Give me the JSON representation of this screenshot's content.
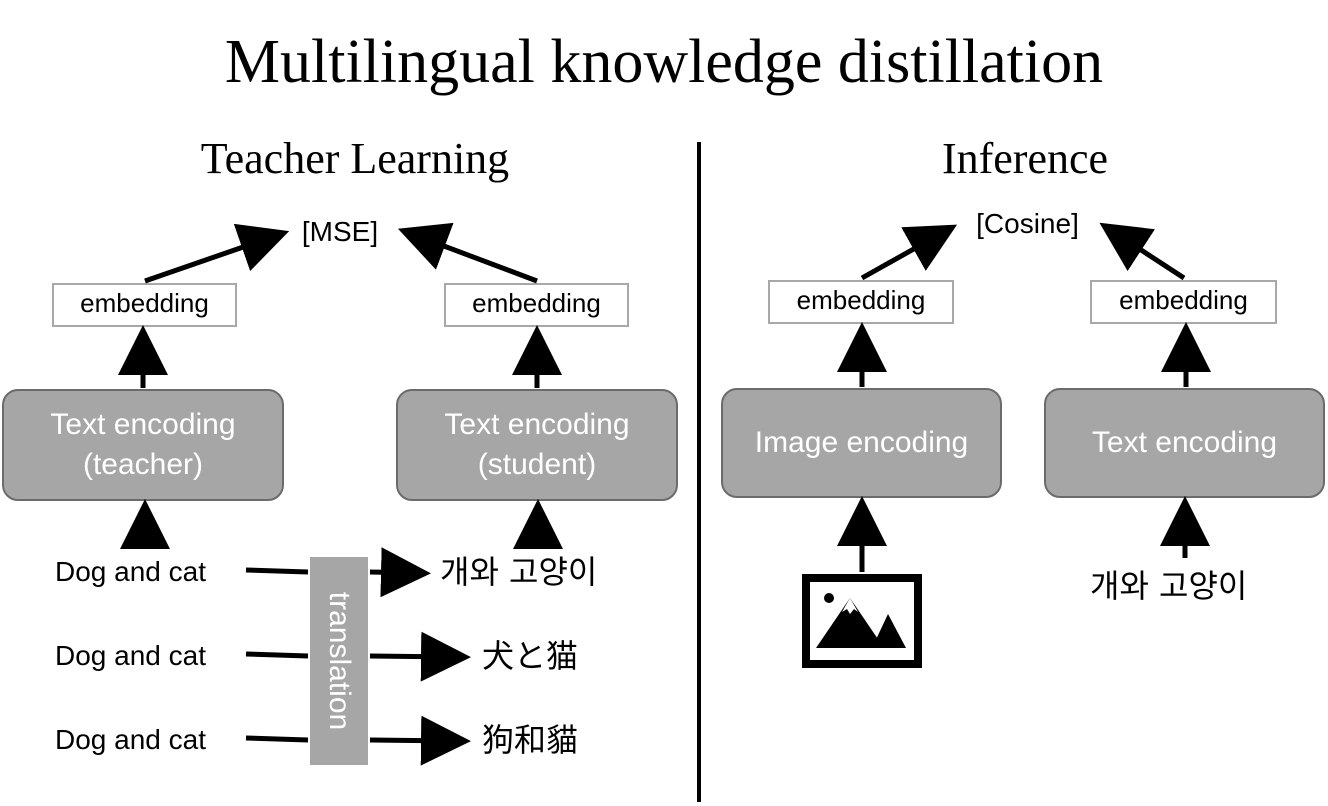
{
  "title": "Multilingual knowledge distillation",
  "left": {
    "heading": "Teacher Learning",
    "metric": "[MSE]",
    "teacher": {
      "embedding": "embedding",
      "encoder_line1": "Text encoding",
      "encoder_line2": "(teacher)"
    },
    "student": {
      "embedding": "embedding",
      "encoder_line1": "Text encoding",
      "encoder_line2": "(student)"
    },
    "sources": [
      "Dog and cat",
      "Dog and cat",
      "Dog and cat"
    ],
    "translation_label": "translation",
    "targets": [
      "개와 고양이",
      "犬と猫",
      "狗和貓"
    ]
  },
  "right": {
    "heading": "Inference",
    "metric": "[Cosine]",
    "image_branch": {
      "embedding": "embedding",
      "encoder": "Image encoding",
      "input_icon": "image-icon"
    },
    "text_branch": {
      "embedding": "embedding",
      "encoder": "Text encoding",
      "input": "개와 고양이"
    }
  }
}
